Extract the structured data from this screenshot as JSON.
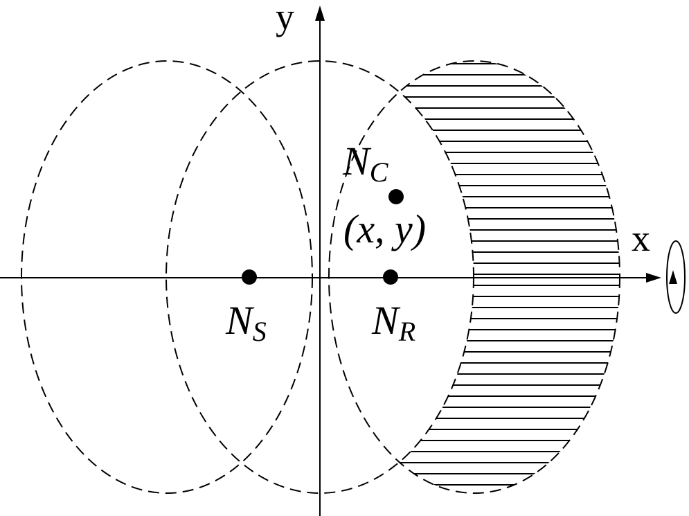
{
  "axes": {
    "x_label": "x",
    "y_label": "y"
  },
  "nodes": {
    "sender": {
      "base": "N",
      "sub": "S"
    },
    "receiver": {
      "base": "N",
      "sub": "R"
    },
    "candidate": {
      "base": "N",
      "sub": "C",
      "coords": "(x, y)"
    }
  },
  "colors": {
    "shaded_region": "#c8d6e6",
    "lines": "#000000"
  }
}
